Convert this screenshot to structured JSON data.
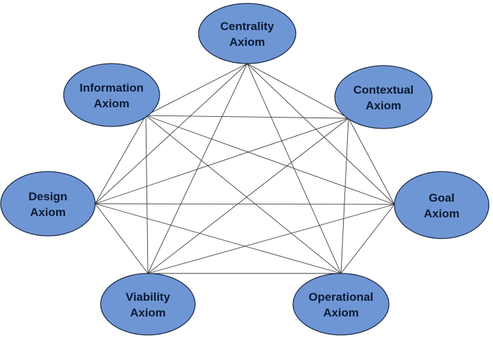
{
  "diagram": {
    "type": "complete-graph",
    "colors": {
      "node_fill": "#6f96d4",
      "node_stroke": "#1a2a45",
      "label": "#0c1a33",
      "edge": "#3a3a3a",
      "background": "#ffffff"
    },
    "nodes": [
      {
        "id": "centrality",
        "line1": "Centrality",
        "line2": "Axiom"
      },
      {
        "id": "information",
        "line1": "Information",
        "line2": "Axiom"
      },
      {
        "id": "contextual",
        "line1": "Contextual",
        "line2": "Axiom"
      },
      {
        "id": "design",
        "line1": "Design",
        "line2": "Axiom"
      },
      {
        "id": "goal",
        "line1": "Goal",
        "line2": "Axiom"
      },
      {
        "id": "viability",
        "line1": "Viability",
        "line2": "Axiom"
      },
      {
        "id": "operational",
        "line1": "Operational",
        "line2": "Axiom"
      }
    ],
    "edges": [
      [
        "centrality",
        "information"
      ],
      [
        "centrality",
        "contextual"
      ],
      [
        "centrality",
        "design"
      ],
      [
        "centrality",
        "goal"
      ],
      [
        "centrality",
        "viability"
      ],
      [
        "centrality",
        "operational"
      ],
      [
        "information",
        "contextual"
      ],
      [
        "information",
        "design"
      ],
      [
        "information",
        "goal"
      ],
      [
        "information",
        "viability"
      ],
      [
        "information",
        "operational"
      ],
      [
        "contextual",
        "design"
      ],
      [
        "contextual",
        "goal"
      ],
      [
        "contextual",
        "viability"
      ],
      [
        "contextual",
        "operational"
      ],
      [
        "design",
        "goal"
      ],
      [
        "design",
        "viability"
      ],
      [
        "design",
        "operational"
      ],
      [
        "goal",
        "viability"
      ],
      [
        "goal",
        "operational"
      ],
      [
        "viability",
        "operational"
      ]
    ]
  }
}
